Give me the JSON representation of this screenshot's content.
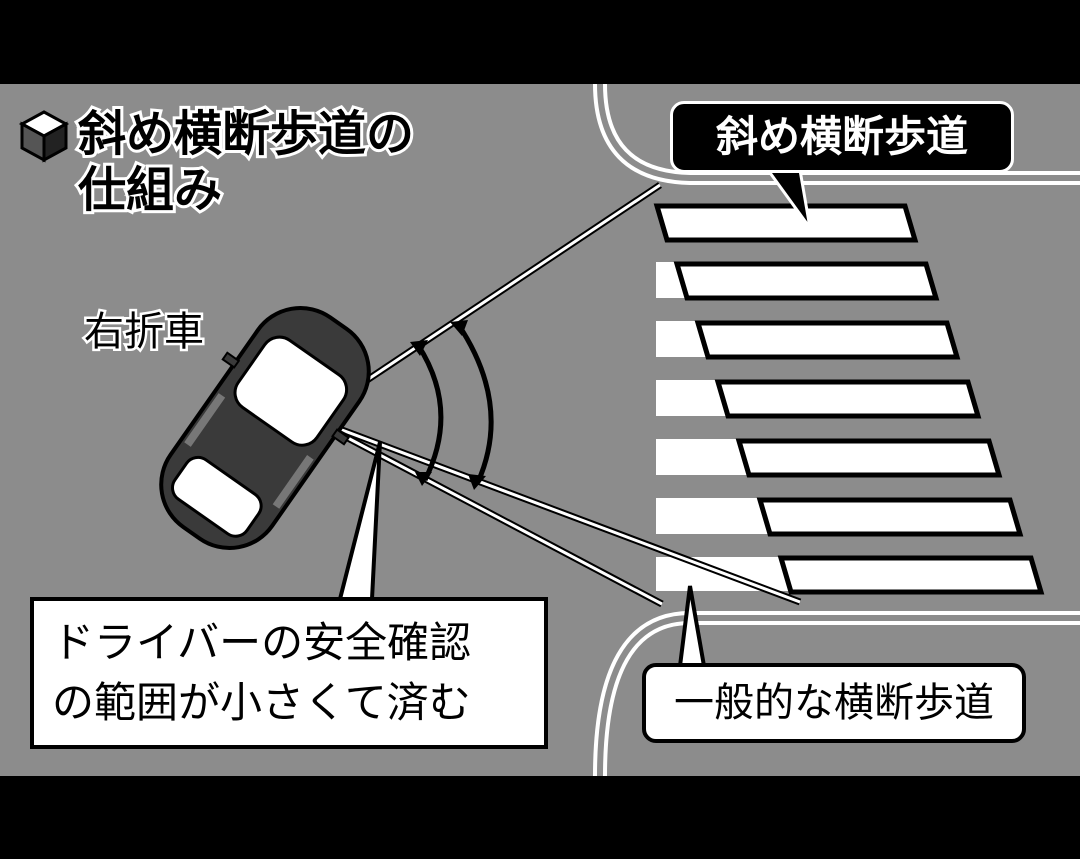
{
  "title": {
    "line1": "斜め横断歩道の",
    "line2": "仕組み"
  },
  "labels": {
    "right_turn_car": "右折車",
    "diagonal_crosswalk": "斜め横断歩道",
    "driver_check_line1": "ドライバーの安全確認",
    "driver_check_line2": "の範囲が小さくて済む",
    "normal_crosswalk": "一般的な横断歩道"
  },
  "icons": {
    "title_marker": "cube-icon"
  },
  "colors": {
    "background": "#000000",
    "road": "#8c8c8c",
    "stripe_white": "#ffffff",
    "outline": "#000000",
    "car_body": "#3a3a3a"
  }
}
